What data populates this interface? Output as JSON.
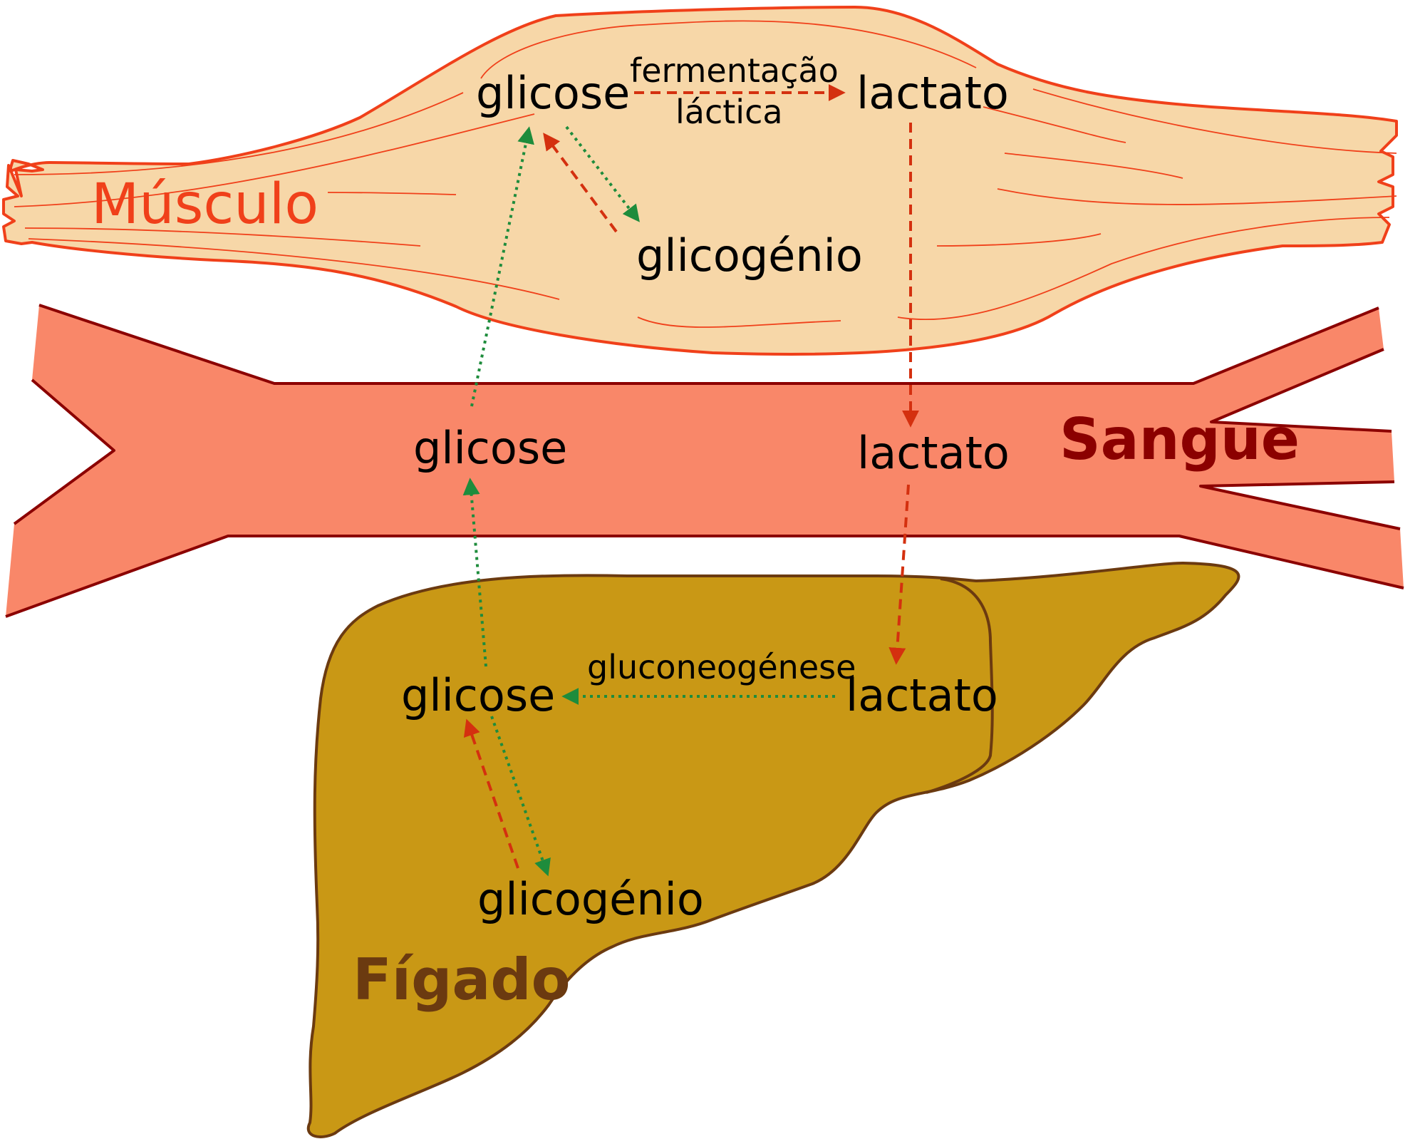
{
  "organs": {
    "muscle": "Músculo",
    "blood": "Sangue",
    "liver": "Fígado"
  },
  "muscle": {
    "glucose": "glicose",
    "lactate": "lactato",
    "glycogen": "glicogénio",
    "fermentation_line1": "fermentação",
    "fermentation_line2": "láctica"
  },
  "blood": {
    "glucose": "glicose",
    "lactate": "lactato"
  },
  "liver": {
    "glucose": "glicose",
    "lactate": "lactato",
    "glycogen": "glicogénio",
    "gluconeogenesis": "gluconeogénese"
  },
  "colors": {
    "muscle_fill": "#f7d7a8",
    "muscle_stroke": "#f0401a",
    "muscle_text": "#f0401a",
    "blood_fill": "#f98769",
    "blood_stroke": "#8b0000",
    "blood_text": "#8b0000",
    "liver_fill": "#c99815",
    "liver_stroke": "#6b3a10",
    "liver_text": "#6b3a10",
    "arrow_red": "#d4300f",
    "arrow_green": "#1e8c3c"
  }
}
